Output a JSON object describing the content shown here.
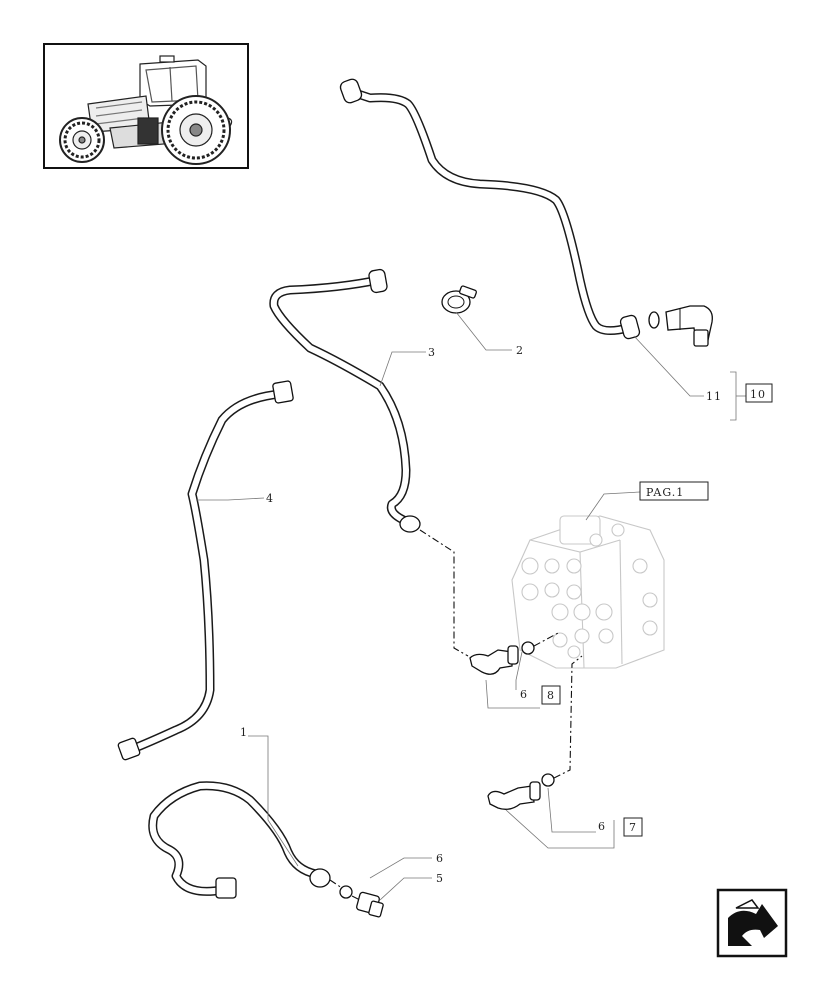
{
  "callouts": {
    "c1": "1",
    "c2": "2",
    "c3": "3",
    "c4": "4",
    "c5": "5",
    "c6_bottom": "6",
    "c6_mid": "6",
    "c6_low": "6",
    "c11": "11"
  },
  "ref_boxes": {
    "r10": "10",
    "r8": "8",
    "r7": "7",
    "pag": "PAG.1"
  },
  "icons": {
    "thumbnail": "tractor-thumbnail",
    "nav": "page-navigation-arrow-icon"
  }
}
